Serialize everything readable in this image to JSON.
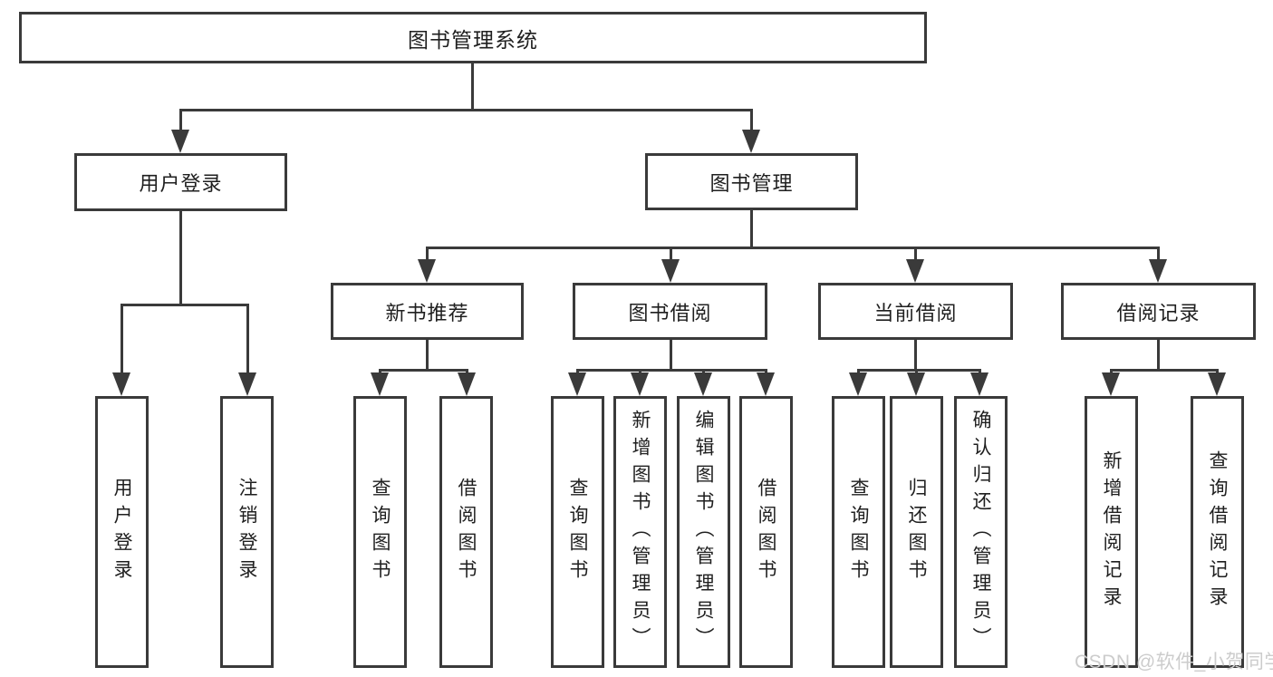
{
  "diagram": {
    "nodes": {
      "root": {
        "label": "图书管理系统"
      },
      "level2": [
        {
          "label": "用户登录"
        },
        {
          "label": "图书管理"
        }
      ],
      "level3": [
        {
          "label": "新书推荐"
        },
        {
          "label": "图书借阅"
        },
        {
          "label": "当前借阅"
        },
        {
          "label": "借阅记录"
        }
      ],
      "leaves": [
        {
          "label": "用户登录",
          "parent": "用户登录"
        },
        {
          "label": "注销登录",
          "parent": "用户登录"
        },
        {
          "label": "查询图书",
          "parent": "新书推荐"
        },
        {
          "label": "借阅图书",
          "parent": "新书推荐"
        },
        {
          "label": "查询图书",
          "parent": "图书借阅"
        },
        {
          "label": "新增图书（管理员）",
          "parent": "图书借阅"
        },
        {
          "label": "编辑图书（管理员）",
          "parent": "图书借阅"
        },
        {
          "label": "借阅图书",
          "parent": "图书借阅"
        },
        {
          "label": "查询图书",
          "parent": "当前借阅"
        },
        {
          "label": "归还图书",
          "parent": "当前借阅"
        },
        {
          "label": "确认归还（管理员）",
          "parent": "当前借阅"
        },
        {
          "label": "新增借阅记录",
          "parent": "借阅记录"
        },
        {
          "label": "查询借阅记录",
          "parent": "借阅记录"
        }
      ]
    },
    "watermark": "CSDN @软件_小贺同学",
    "colors": {
      "line": "#3a3a3a",
      "text": "#1f1f1f",
      "watermark": "#cccccc",
      "background": "#ffffff"
    }
  }
}
